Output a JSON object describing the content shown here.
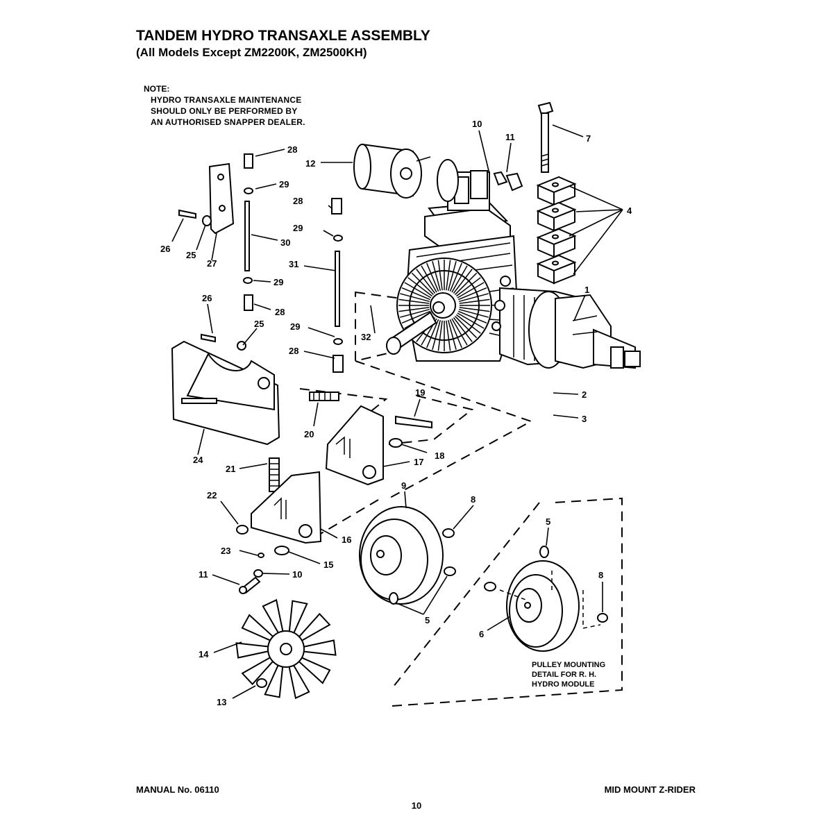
{
  "header": {
    "title": "TANDEM HYDRO TRANSAXLE ASSEMBLY",
    "subtitle": "(All Models Except ZM2200K, ZM2500KH)"
  },
  "note": {
    "heading": "NOTE:",
    "lines": [
      "HYDRO TRANSAXLE MAINTENANCE",
      "SHOULD ONLY BE PERFORMED BY",
      "AN AUTHORISED SNAPPER DEALER."
    ]
  },
  "inset": {
    "lines": [
      "PULLEY MOUNTING",
      "DETAIL FOR R. H.",
      "HYDRO MODULE"
    ]
  },
  "callouts": {
    "c1": "1",
    "c2": "2",
    "c3": "3",
    "c4": "4",
    "c5a": "5",
    "c5b": "5",
    "c6": "6",
    "c7": "7",
    "c8a": "8",
    "c8b": "8",
    "c9": "9",
    "c10a": "10",
    "c10b": "10",
    "c11a": "11",
    "c11b": "11",
    "c12": "12",
    "c13": "13",
    "c14": "14",
    "c15": "15",
    "c16": "16",
    "c17": "17",
    "c18": "18",
    "c19": "19",
    "c20": "20",
    "c21": "21",
    "c22": "22",
    "c23": "23",
    "c24": "24",
    "c25a": "25",
    "c25b": "25",
    "c26a": "26",
    "c26b": "26",
    "c27": "27",
    "c28a": "28",
    "c28b": "28",
    "c28c": "28",
    "c28d": "28",
    "c29a": "29",
    "c29b": "29",
    "c29c": "29",
    "c29d": "29",
    "c30": "30",
    "c31": "31",
    "c32": "32"
  },
  "footer": {
    "manual": "MANUAL No. 06110",
    "model": "MID MOUNT Z-RIDER",
    "page": "10"
  }
}
